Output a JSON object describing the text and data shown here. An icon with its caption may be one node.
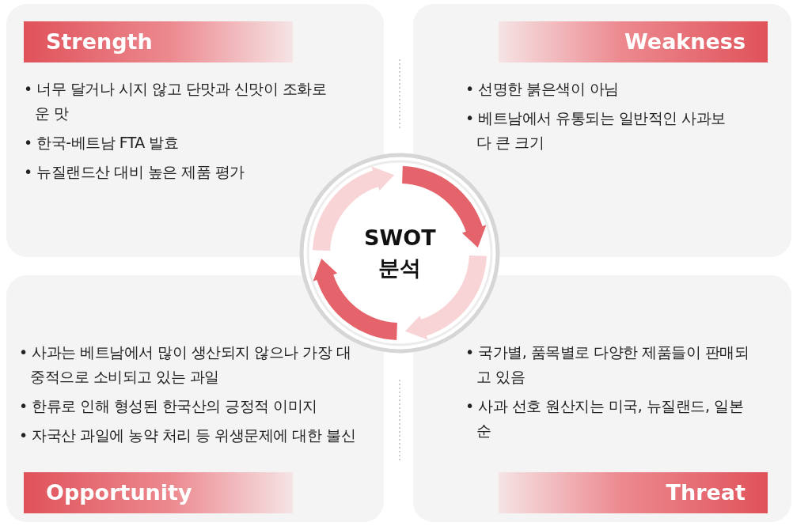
{
  "diagram": {
    "nodes": [
      {
        "text": [
          "Strength",
          "• 너무 달거나 시지 않고 단맛과 신맛이 조화로운 맛",
          "• 한국-베트남 FTA 발효",
          "• 뉴질랜드산 대비 높은 제품 평가"
        ]
      },
      {
        "text": [
          "Weakness",
          "• 선명한 붉은색이 아님",
          "• 베트남에서 유통되는 일반적인 사과보다 큰 크기"
        ]
      },
      {
        "text": [
          "SWOT 분석"
        ]
      },
      {
        "text": [
          "• 사과는 베트남에서 많이 생산되지 않으나 가장 대중적으로 소비되고 있는 과일",
          "• 한류로 인해 형성된 한국산의 긍정적 이미지",
          "• 자국산 과일에 농약 처리 등 위생문제에 대한 불신",
          "Opportunity"
        ]
      },
      {
        "text": [
          "• 국가별, 품목별로 다양한 제품들이 판매되고 있음",
          "• 사과 선호 원산지는 미국, 뉴질랜드, 일본 순",
          "Threat"
        ]
      }
    ]
  }
}
